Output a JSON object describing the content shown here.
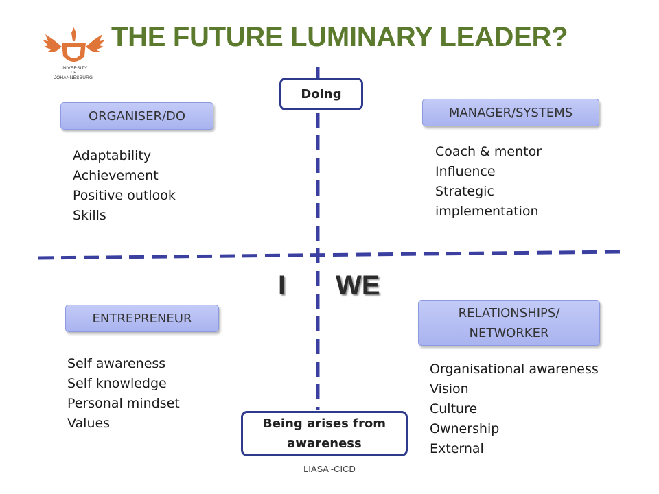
{
  "title": "THE FUTURE LUMINARY LEADER?",
  "logo": {
    "lines": [
      "UNIVERSITY",
      "OF",
      "JOHANNESBURG"
    ],
    "icon": "university-crest-icon"
  },
  "axis": {
    "top": "Doing",
    "bottom": "Being arises from awareness",
    "left": "I",
    "right": "WE"
  },
  "quadrants": {
    "top_left": {
      "label": "ORGANISER/DO",
      "items": [
        "Adaptability",
        "Achievement",
        "Positive outlook",
        "Skills"
      ]
    },
    "top_right": {
      "label": "MANAGER/SYSTEMS",
      "items": [
        "Coach & mentor",
        "Influence",
        "Strategic",
        "implementation"
      ]
    },
    "bottom_left": {
      "label": "ENTREPRENEUR",
      "items": [
        "Self awareness",
        "Self knowledge",
        "Personal mindset",
        "Values"
      ]
    },
    "bottom_right": {
      "label": "RELATIONSHIPS/ NETWORKER",
      "items": [
        "Organisational awareness",
        "Vision",
        "Culture",
        "Ownership",
        "External"
      ]
    }
  },
  "footer": "LIASA -CICD",
  "colors": {
    "title": "#5c7a2e",
    "axis_line": "#3a3fa0",
    "label_fill": "#b4bdf2",
    "crest": "#e0753a"
  }
}
